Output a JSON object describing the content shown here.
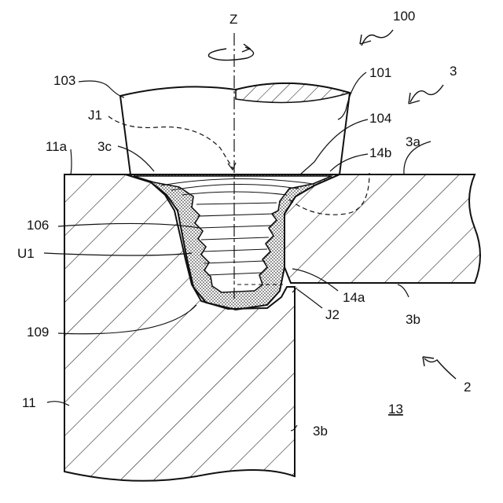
{
  "figure": {
    "labels": {
      "axis_z": "Z",
      "tool_assembly": "100",
      "tool_body": "101",
      "tool_edge": "103",
      "tool_bottom": "104",
      "joint_path": "J1",
      "contact_point": "3c",
      "upper_plate": "3",
      "plate_top": "3a",
      "lower_top": "11a",
      "hole_edge": "14b",
      "stir_zone": "106",
      "uncut_zone": "U1",
      "hole_bottom": "14a",
      "joint_end": "J2",
      "plate_bottom_right": "3b",
      "plate_bottom_lower": "3b",
      "pin_tip": "109",
      "assembly": "2",
      "lower_member": "11",
      "space": "13"
    },
    "colors": {
      "line": "#111111",
      "fill": "#ffffff"
    }
  }
}
